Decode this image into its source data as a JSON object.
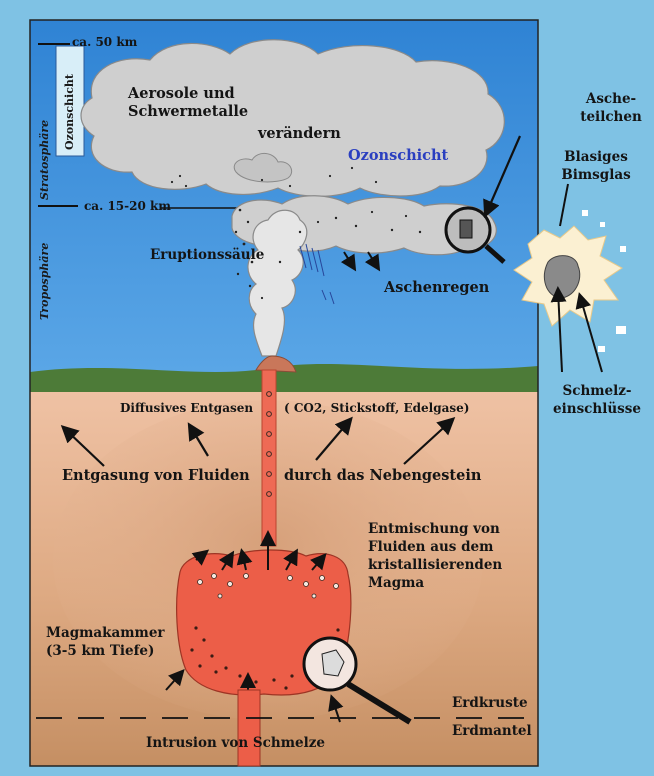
{
  "labels": {
    "height_50": "ca. 50 km",
    "height_15_20": "ca. 15-20 km",
    "stratosphere": "Stratosphäre",
    "ozone_layer_vertical": "Ozonschicht",
    "troposphere": "Troposphäre",
    "aerosols_line1": "Aerosole und",
    "aerosols_line2": "Schwermetalle",
    "change": "verändern",
    "ozone_layer": "Ozonschicht",
    "eruption_column": "Eruptionssäule",
    "ash_rain": "Aschenregen",
    "ash_particles_line1": "Asche-",
    "ash_particles_line2": "teilchen",
    "pumice_line1": "Blasiges",
    "pumice_line2": "Bimsglas",
    "melt_inclusions_line1": "Schmelz-",
    "melt_inclusions_line2": "einschlüsse",
    "diffuse_degassing": "Diffusives Entgasen",
    "gases": "( CO2, Stickstoff, Edelgase)",
    "fluid_degassing": "Entgasung von Fluiden",
    "host_rock": "durch das Nebengestein",
    "unmixing_line1": "Entmischung von",
    "unmixing_line2": "Fluiden aus dem",
    "unmixing_line3": "kristallisierenden",
    "unmixing_line4": "Magma",
    "magma_chamber_line1": "Magmakammer",
    "magma_chamber_line2": "(3-5 km Tiefe)",
    "crust": "Erdkruste",
    "mantle": "Erdmantel",
    "intrusion": "Intrusion von Schmelze"
  },
  "colors": {
    "sky": "#3f8fd6",
    "outer_background": "#7fc2e4",
    "ground": "#e7b89a",
    "deep_ground": "#c9966f",
    "vegetation": "#4f7d3a",
    "magma": "#e8604e",
    "cloud": "#cfcfcf",
    "ozone_text": "#2a3fc0"
  }
}
